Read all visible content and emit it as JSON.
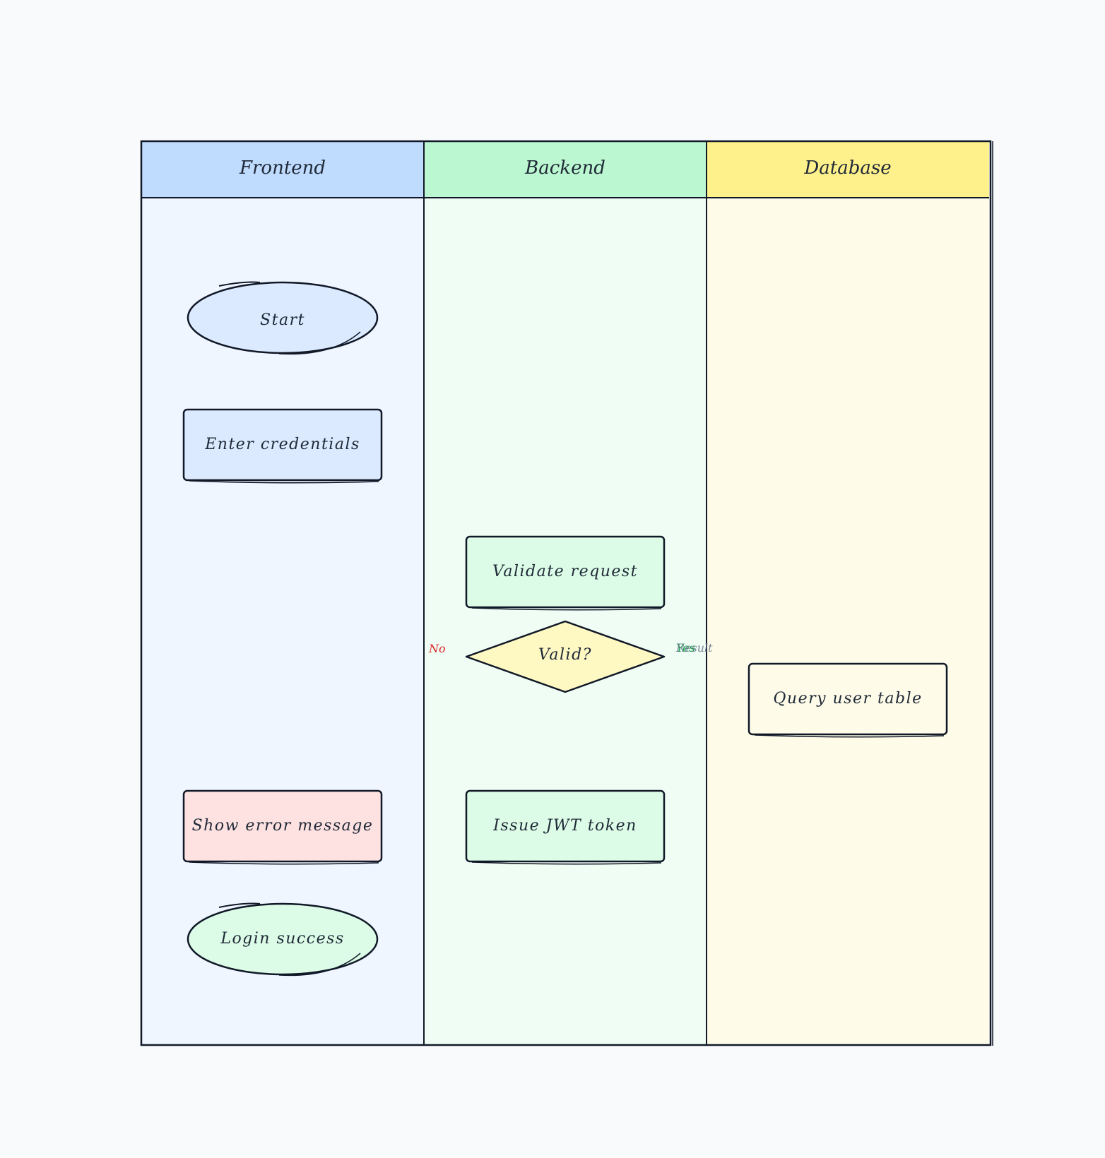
{
  "lanes": [
    {
      "label": "Frontend",
      "header_color": "#bfdbfe",
      "body_color": "#eff6ff"
    },
    {
      "label": "Backend",
      "header_color": "#bbf7d0",
      "body_color": "#f0fdf4"
    },
    {
      "label": "Database",
      "header_color": "#fef08a",
      "body_color": "#fefce8"
    }
  ],
  "nodes": {
    "start": {
      "label": "Start",
      "shape": "ellipse",
      "fill": "#dbeafe"
    },
    "enter_credentials": {
      "label": "Enter credentials",
      "shape": "rect",
      "fill": "#dbeafe"
    },
    "validate_request": {
      "label": "Validate request",
      "shape": "rect",
      "fill": "#dcfce7"
    },
    "valid": {
      "label": "Valid?",
      "shape": "diamond",
      "fill": "#fef9c3"
    },
    "query_user_table": {
      "label": "Query user table",
      "shape": "rect",
      "fill": "#fefce8"
    },
    "show_error": {
      "label": "Show error message",
      "shape": "rect",
      "fill": "#fee2e2"
    },
    "issue_jwt": {
      "label": "Issue JWT token",
      "shape": "rect",
      "fill": "#dcfce7"
    },
    "login_success": {
      "label": "Login success",
      "shape": "ellipse",
      "fill": "#dcfce7"
    }
  },
  "edge_labels": {
    "no": {
      "text": "No",
      "color": "#dc2626"
    },
    "yes": {
      "text": "Yes",
      "color": "#16a34a"
    },
    "result": {
      "text": "Result",
      "color": "#64748b"
    }
  }
}
